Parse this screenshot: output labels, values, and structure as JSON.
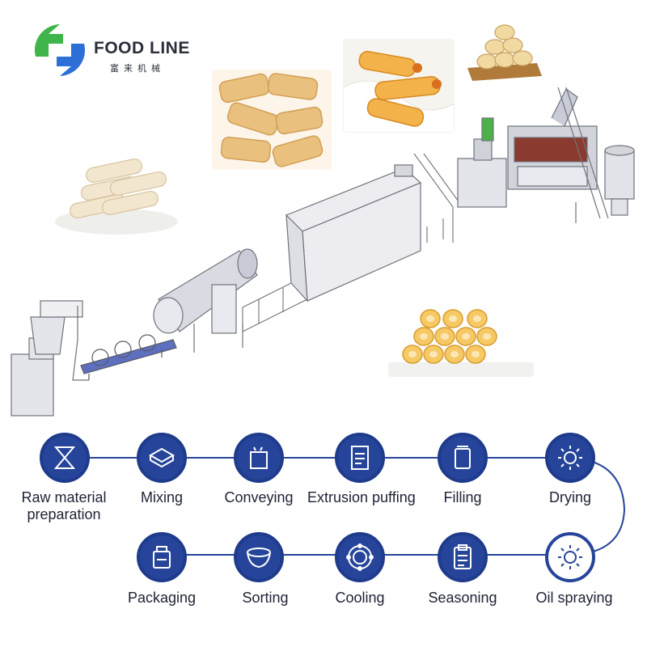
{
  "brand": {
    "name": "FOOD LINE",
    "subtitle": "富来机械",
    "colors": {
      "green": "#3fb44a",
      "blue": "#2c6fd6",
      "dark": "#2a2f3a"
    }
  },
  "process": {
    "steps": [
      {
        "label": "Raw material",
        "label2": "preparation",
        "icon": "hourglass-icon"
      },
      {
        "label": "Mixing",
        "icon": "tray-icon"
      },
      {
        "label": "Conveying",
        "icon": "container-icon"
      },
      {
        "label": "Extrusion puffing",
        "icon": "document-list-icon"
      },
      {
        "label": "Filling",
        "icon": "bin-icon"
      },
      {
        "label": "Drying",
        "icon": "sun-icon"
      },
      {
        "label": "Oil spraying",
        "icon": "sun-ring-icon"
      },
      {
        "label": "Seasoning",
        "icon": "clipboard-icon"
      },
      {
        "label": "Cooling",
        "icon": "fan-ring-icon"
      },
      {
        "label": "Sorting",
        "icon": "bowl-icon"
      },
      {
        "label": "Packaging",
        "icon": "package-icon"
      }
    ],
    "colors": {
      "circle": "#26459a",
      "line": "#26459a"
    }
  }
}
